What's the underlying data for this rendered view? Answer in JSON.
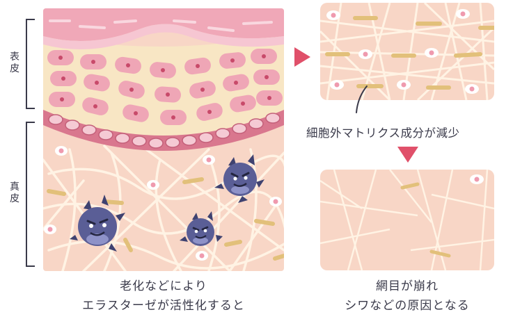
{
  "labels": {
    "epidermis": "表皮",
    "dermis": "真皮"
  },
  "captions": {
    "left_line1": "老化などにより",
    "left_line2": "エラスターゼが活性化すると",
    "middle": "細胞外マトリクス成分が減少",
    "right_line1": "網目が崩れ",
    "right_line2": "シワなどの原因となる"
  },
  "colors": {
    "text": "#3a3a4a",
    "arrow": "#e0506a",
    "stratum_pink": "#f0a8b8",
    "epidermis_cream": "#f8e6c4",
    "cell_pink": "#efa6b6",
    "basal_band": "#d9778e",
    "dermis": "#f8d6c6",
    "fiber": "#fff3e6",
    "collagen": "#e2c07a",
    "enzyme": "#5a5e96"
  }
}
